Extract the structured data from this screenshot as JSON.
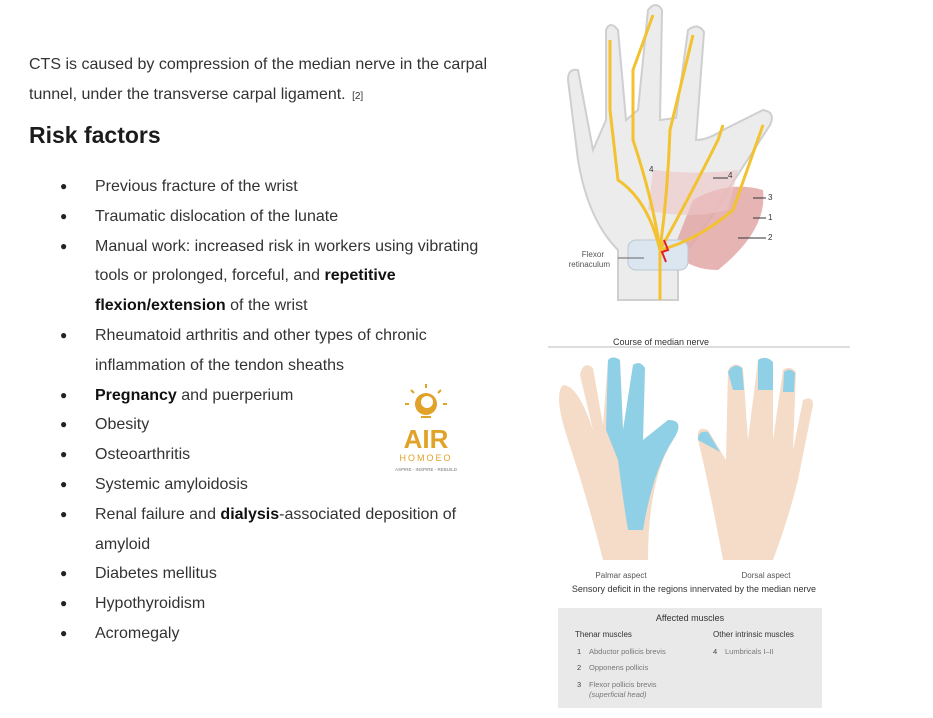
{
  "intro": {
    "text": "CTS is caused by compression of the median nerve in the carpal tunnel, under the transverse carpal ligament.",
    "ref": "[2]"
  },
  "heading": "Risk factors",
  "risk_factors": [
    {
      "pre": "Previous fracture of the wrist",
      "bold": "",
      "post": ""
    },
    {
      "pre": "Traumatic dislocation of the lunate",
      "bold": "",
      "post": ""
    },
    {
      "pre": "Manual work: increased risk in workers using vibrating tools or prolonged, forceful, and ",
      "bold": "repetitive flexion/extension",
      "post": " of the wrist"
    },
    {
      "pre": "Rheumatoid arthritis and other types of chronic inflammation of the tendon sheaths",
      "bold": "",
      "post": ""
    },
    {
      "pre": "",
      "bold": "Pregnancy",
      "post": " and puerperium"
    },
    {
      "pre": "Obesity",
      "bold": "",
      "post": ""
    },
    {
      "pre": "Osteoarthritis",
      "bold": "",
      "post": ""
    },
    {
      "pre": "Systemic amyloidosis",
      "bold": "",
      "post": ""
    },
    {
      "pre": "Renal failure and ",
      "bold": "dialysis",
      "post": "-associated deposition of amyloid"
    },
    {
      "pre": "Diabetes mellitus",
      "bold": "",
      "post": ""
    },
    {
      "pre": "Hypothyroidism",
      "bold": "",
      "post": ""
    },
    {
      "pre": "Acromegaly",
      "bold": "",
      "post": ""
    }
  ],
  "logo": {
    "name": "AIR",
    "sub": "HOMOEO",
    "tagline": "ASPIRE - INSPIRE - REBUILD"
  },
  "figure": {
    "hand_labels": {
      "flexor": "Flexor",
      "retinaculum": "retinaculum",
      "n4a": "4",
      "n4b": "4",
      "n3": "3",
      "n1": "1",
      "n2": "2"
    },
    "course_caption": "Course of median nerve",
    "palmar": "Palmar aspect",
    "dorsal": "Dorsal aspect",
    "sensory_caption": "Sensory deficit in the regions innervated by the median nerve",
    "muscles": {
      "title": "Affected muscles",
      "thenar_header": "Thenar muscles",
      "other_header": "Other intrinsic muscles",
      "thenar": [
        {
          "n": "1",
          "name": "Abductor pollicis brevis"
        },
        {
          "n": "2",
          "name": "Opponens pollicis"
        },
        {
          "n": "3",
          "name": "Flexor pollicis brevis"
        }
      ],
      "thenar_note": "(superficial head)",
      "other": [
        {
          "n": "4",
          "name": "Lumbricals I–II"
        }
      ]
    }
  },
  "colors": {
    "nerve": "#f2c230",
    "sensory": "#8fd0e6",
    "skin": "#f5dcc8",
    "muscle": "#e3a7a7",
    "bone": "#e3e3e3",
    "logo": "#e0a228"
  }
}
